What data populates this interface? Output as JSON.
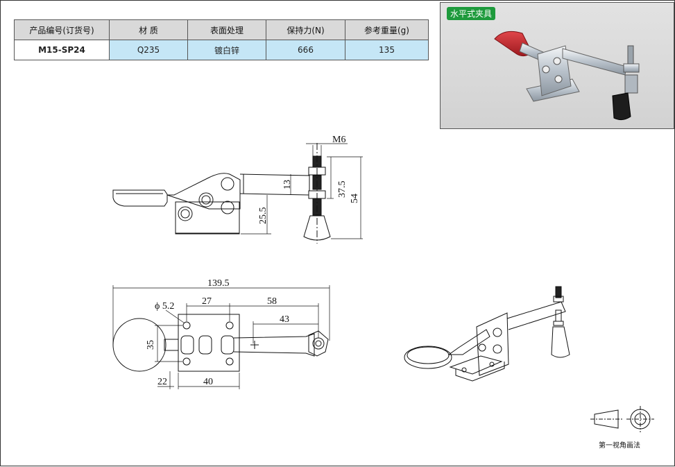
{
  "spec_table": {
    "headers": [
      "产品编号(订货号)",
      "材  质",
      "表面处理",
      "保持力(N)",
      "参考重量(g)"
    ],
    "row": [
      "M15-SP24",
      "Q235",
      "镀白锌",
      "666",
      "135"
    ]
  },
  "photo": {
    "tag": "水平式夹具"
  },
  "side_view": {
    "thread": "M6",
    "dim_13": "13",
    "dim_37_5": "37.5",
    "dim_54": "54",
    "dim_25_5": "25.5"
  },
  "top_view": {
    "overall": "139.5",
    "hole_dia": "ϕ 5.2",
    "dim_27": "27",
    "dim_58": "58",
    "dim_43": "43",
    "dim_35": "35",
    "dim_22": "22",
    "dim_40": "40"
  },
  "projection": {
    "label": "第一视角画法"
  },
  "colors": {
    "model_text": "#d41a8c",
    "header_bg": "#d9d9d9",
    "row_bg": "#c5e6f6",
    "tag_bg": "#1e9a3c",
    "handle_red": "#c8242a"
  }
}
